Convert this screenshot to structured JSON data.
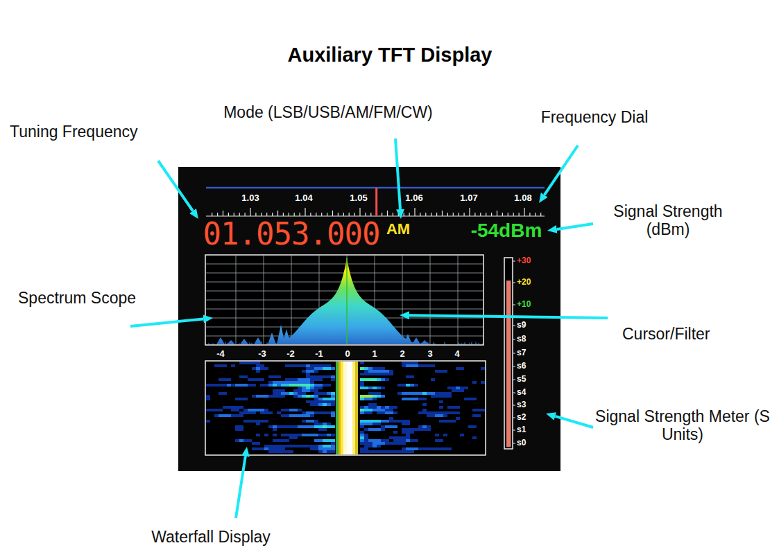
{
  "diagram": {
    "title": "Auxiliary TFT Display",
    "nodes": [
      {
        "text": [
          "01.053.000",
          "AM",
          "-54dBm"
        ]
      }
    ],
    "labels": [
      "Tuning Frequency",
      "Mode (LSB/USB/AM/FM/CW)",
      "Frequency Dial",
      "Signal Strength (dBm)",
      "Spectrum Scope",
      "Cursor/Filter",
      "Signal Strength Meter (S Units)",
      "Waterfall Display",
      "1.03",
      "1.04",
      "1.05",
      "1.06",
      "1.07",
      "1.08",
      "-4",
      "-3",
      "-2",
      "-1",
      "0",
      "1",
      "2",
      "3",
      "4",
      "+30",
      "+20",
      "+10",
      "s9",
      "s8",
      "s7",
      "s6",
      "s5",
      "s4",
      "s3",
      "s2",
      "s1",
      "s0"
    ]
  }
}
